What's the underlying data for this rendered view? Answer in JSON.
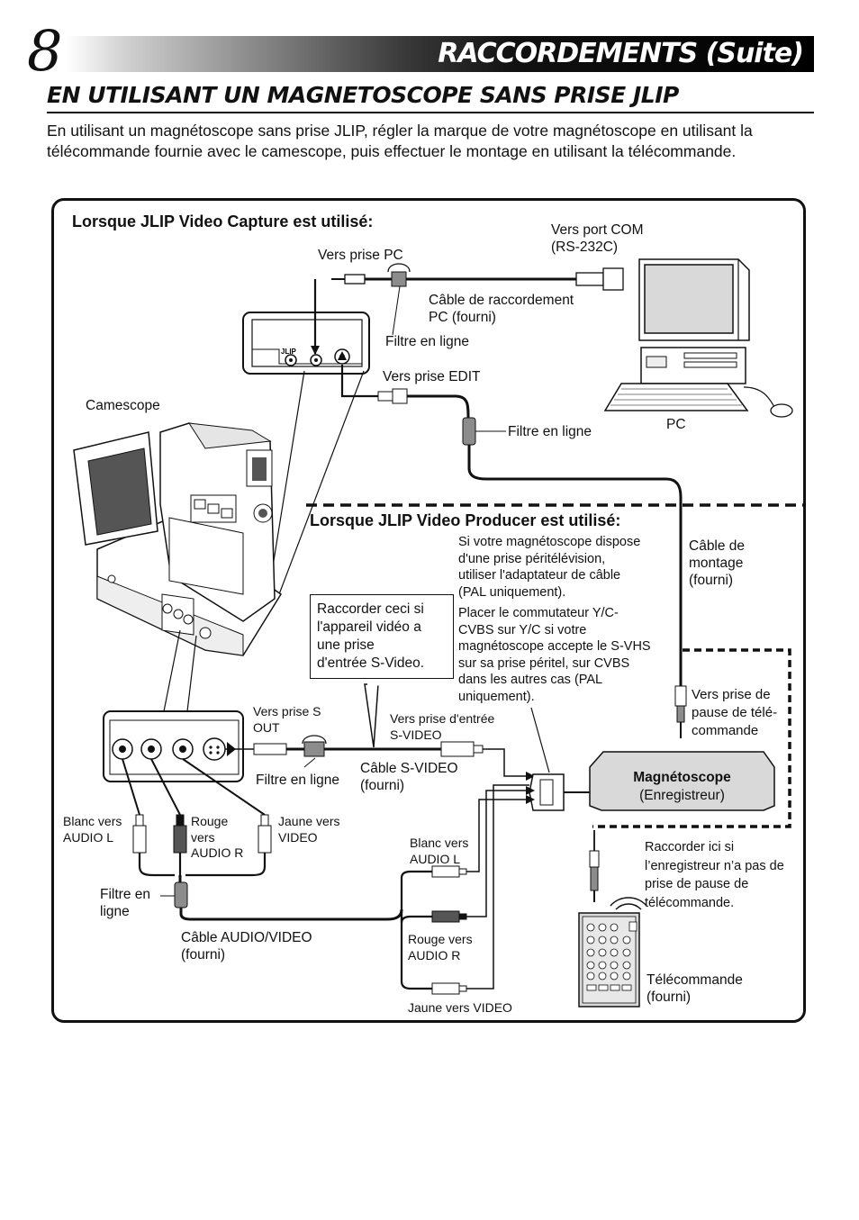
{
  "header": {
    "page_number": "8",
    "title": "RACCORDEMENTS (Suite)"
  },
  "section": {
    "title": "EN UTILISANT UN MAGNETOSCOPE SANS PRISE JLIP",
    "intro": "En utilisant un magnétoscope sans prise JLIP, régler la marque de votre magnétoscope en utilisant la télécommande fournie avec le camescope, puis effectuer le montage en utilisant la télécommande."
  },
  "diagram": {
    "capture_heading": "Lorsque JLIP Video Capture est utilisé:",
    "producer_heading": "Lorsque JLIP Video Producer est utilisé:",
    "labels": {
      "vers_port_com": "Vers port COM\n(RS-232C)",
      "vers_prise_pc": "Vers prise PC",
      "cable_raccordement": "Câble de raccordement\nPC (fourni)",
      "filtre_ligne_1": "Filtre en ligne",
      "vers_prise_edit": "Vers prise EDIT",
      "camescope": "Camescope",
      "filtre_ligne_2": "Filtre en ligne",
      "pc": "PC",
      "jlip_mark": "JLIP",
      "peritel_note": "Si votre magnétoscope dispose\nd'une prise péritélévision,\nutiliser l'adaptateur de câble\n(PAL uniquement).",
      "commutateur_note": "Placer le commutateur Y/C-\nCVBS sur Y/C si votre\nmagnétoscope accepte le S-VHS\nsur sa prise péritel, sur CVBS\ndans les autres cas (PAL\nuniquement).",
      "cable_montage": "Câble de\nmontage\n(fourni)",
      "raccorder_svideo": "Raccorder ceci si\nl'appareil vidéo a\nune prise\nd'entrée S-Video.",
      "vers_prise_s_out": "Vers prise S\nOUT",
      "vers_prise_entree_svideo": "Vers prise d'entrée\nS-VIDEO",
      "vers_prise_pause": "Vers prise de\npause de télé-\ncommande",
      "filtre_ligne_3": "Filtre en ligne",
      "cable_svideo": "Câble S-VIDEO\n(fourni)",
      "magnetoscope_name": "Magnétoscope",
      "magnetoscope_sub": "(Enregistreur)",
      "blanc_audio_l_left": "Blanc vers\nAUDIO L",
      "rouge_audio_r_left": "Rouge\nvers\nAUDIO R",
      "jaune_video_left": "Jaune vers\nVIDEO",
      "blanc_audio_l_right": "Blanc vers\nAUDIO L",
      "raccorder_ici": "Raccorder ici si\nl’enregistreur n’a pas de\nprise de pause de\ntélécommande.",
      "filtre_ligne_4": "Filtre en\nligne",
      "cable_audio_video": "Câble AUDIO/VIDEO\n(fourni)",
      "rouge_audio_r_right": "Rouge vers\nAUDIO R",
      "telecommande": "Télécommande\n(fourni)",
      "jaune_video_right": "Jaune vers VIDEO"
    }
  },
  "colors": {
    "ink": "#111111",
    "header_dark": "#000000",
    "device_gray": "#d9d9d9",
    "filter_gray": "#8c8c8c"
  }
}
